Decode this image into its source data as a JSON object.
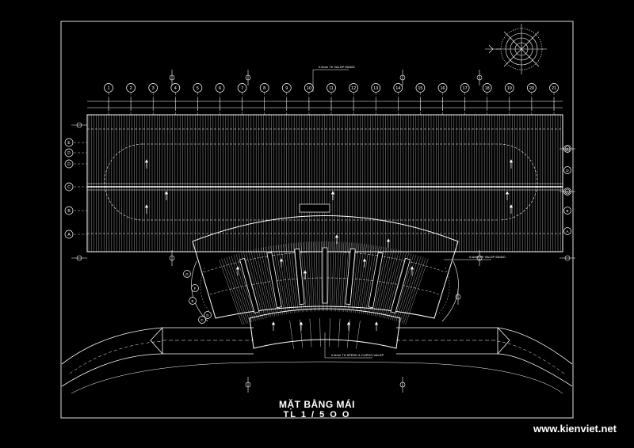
{
  "drawing": {
    "title": "MẶT BẰNG MÁI",
    "scale": "TL 1 / 5 O O",
    "watermark": "www.kienviet.net"
  },
  "grid": {
    "columns": [
      "1",
      "2",
      "3",
      "4",
      "5",
      "6",
      "7",
      "8",
      "9",
      "10",
      "11",
      "12",
      "13",
      "14",
      "15",
      "16",
      "17",
      "18",
      "19",
      "20",
      "21"
    ],
    "rows_left": [
      "E",
      "D",
      "D",
      "C",
      "B",
      "A"
    ],
    "rows_right": [
      "E",
      "D",
      "C",
      "B",
      "A"
    ],
    "rows_curved": [
      "G",
      "F",
      "E",
      "D",
      "C"
    ]
  },
  "notes": {
    "top_roof": "0.6mm TK VALDP 65/400",
    "right_roof": "0.6mm TK VALDP 65/400",
    "bottom_roof": "0.6mm TK SPEED & CURVO VALDP"
  },
  "colors": {
    "background": "#000000",
    "lines": "#ffffff",
    "border": "#dddddd"
  }
}
